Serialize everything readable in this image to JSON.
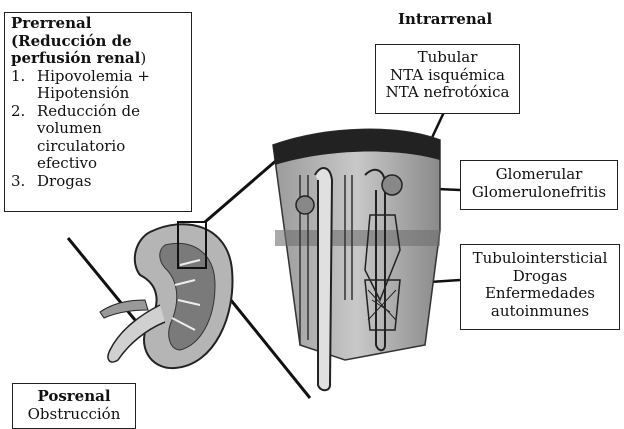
{
  "prerrenal": {
    "title_line1": "Prerrenal",
    "title_line2": "(Reducción de",
    "title_line3": "perfusión renal",
    "title_paren": ")",
    "items": [
      {
        "num": "1.",
        "text": "Hipovolemia + Hipotensión"
      },
      {
        "num": "2.",
        "text": "Reducción de volumen circulatorio efectivo"
      },
      {
        "num": "3.",
        "text": "Drogas"
      }
    ]
  },
  "intrarrenal": {
    "title": "Intrarrenal",
    "tubular": [
      "Tubular",
      "NTA isquémica",
      "NTA nefrotóxica"
    ],
    "glomerular": [
      "Glomerular",
      "Glomerulonefritis"
    ],
    "tubulointersticial": [
      "Tubulointersticial",
      "Drogas",
      "Enfermedades",
      "autoinmunes"
    ]
  },
  "posrenal": {
    "title": "Posrenal",
    "text": "Obstrucción"
  }
}
